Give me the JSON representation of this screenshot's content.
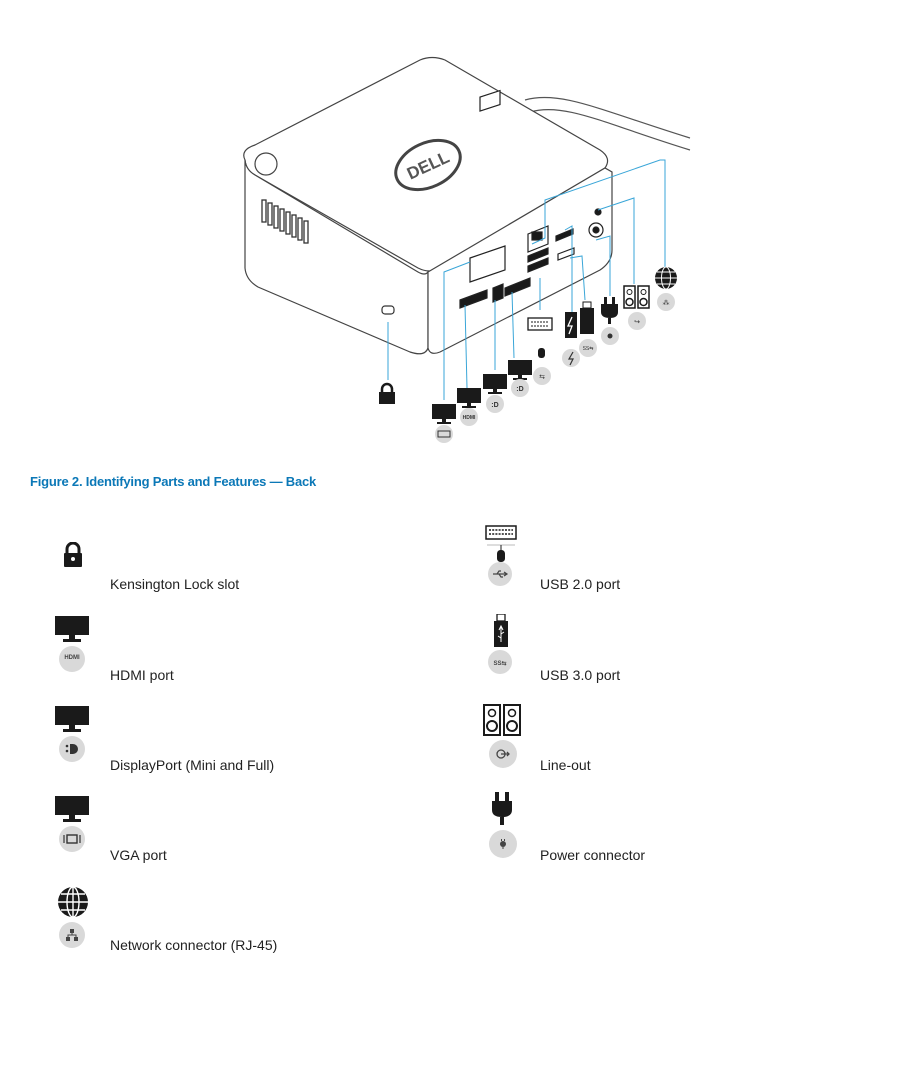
{
  "figure": {
    "caption": "Figure 2. Identifying Parts and Features — Back",
    "logo_text": "DELL",
    "port_badges": {
      "hdmi": "HDMI"
    }
  },
  "legend": {
    "left": [
      {
        "label": "Kensington Lock slot",
        "icon": "lock-icon"
      },
      {
        "label": "HDMI port",
        "icon": "monitor-icon",
        "badge": "HDMI"
      },
      {
        "label": "DisplayPort (Mini and Full)",
        "icon": "monitor-icon",
        "badge": "displayport-icon"
      },
      {
        "label": "VGA port",
        "icon": "monitor-icon",
        "badge": "vga-icon"
      },
      {
        "label": "Network connector (RJ-45)",
        "icon": "globe-icon",
        "badge": "network-icon"
      }
    ],
    "right": [
      {
        "label": "USB 2.0 port",
        "icon": "keyboard-mouse-icon",
        "badge": "usb-icon"
      },
      {
        "label": "USB 3.0 port",
        "icon": "usb-drive-icon",
        "badge": "usb3-icon"
      },
      {
        "label": "Line-out",
        "icon": "speakers-icon",
        "badge": "line-out-icon"
      },
      {
        "label": "Power connector",
        "icon": "power-plug-icon",
        "badge": "power-icon"
      }
    ]
  },
  "colors": {
    "caption": "#0b78b7",
    "leader_lines": "#3aa6d8",
    "icon": "#1a1a1a",
    "badge": "#d9d9d9"
  }
}
